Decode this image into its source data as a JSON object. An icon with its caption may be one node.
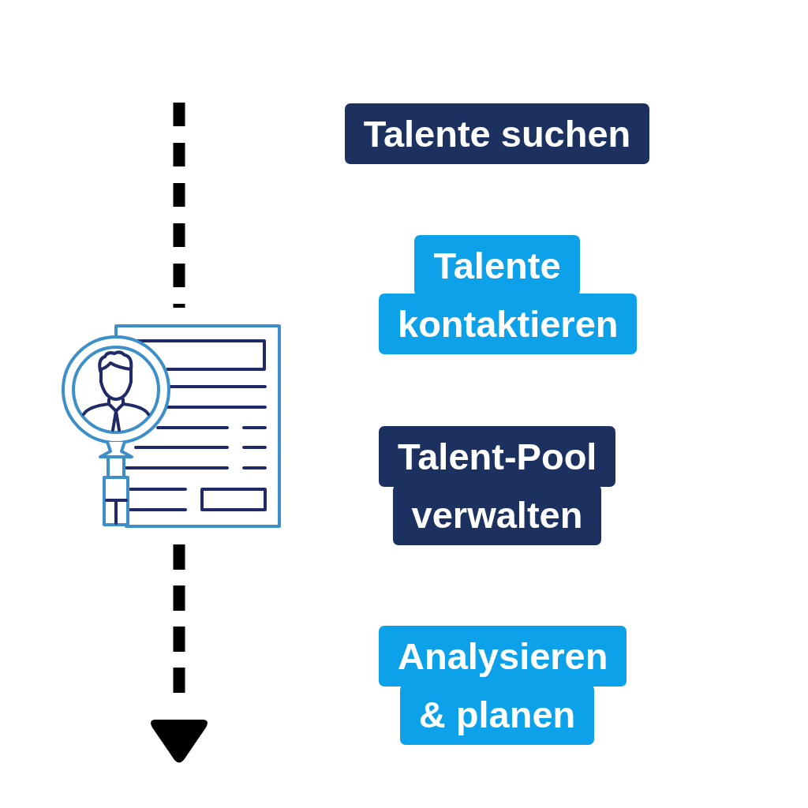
{
  "diagram": {
    "nodes": [
      {
        "text": [
          "Talente suchen"
        ]
      },
      {
        "text": [
          "Talente kontaktieren"
        ]
      },
      {
        "text": [
          "Talent-Pool verwalten"
        ]
      },
      {
        "text": [
          "Analysieren & planen"
        ]
      }
    ]
  }
}
